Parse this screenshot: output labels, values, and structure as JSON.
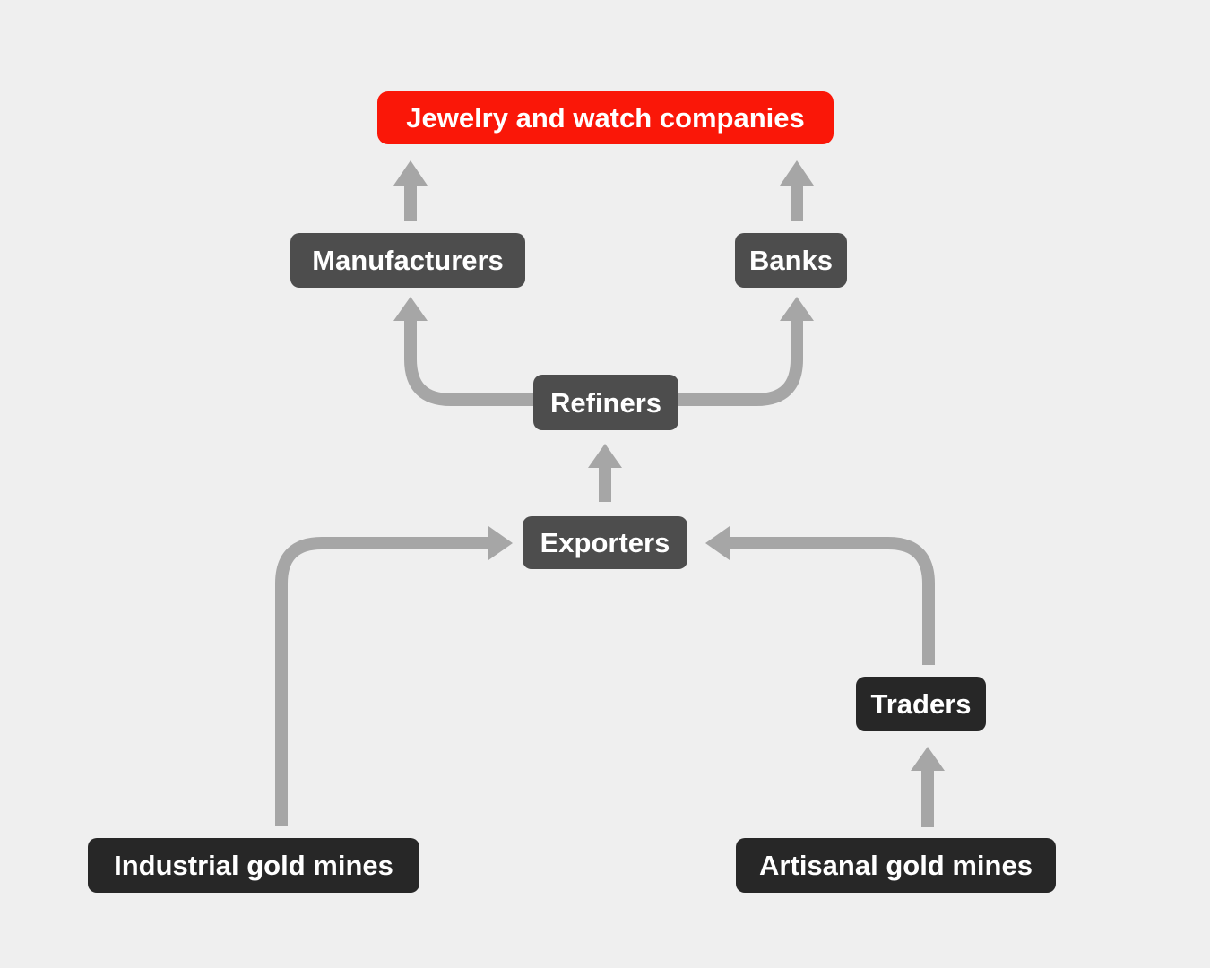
{
  "diagram": {
    "type": "flow-diagram",
    "subject": "gold supply chain",
    "background": "#efefef",
    "colors": {
      "highlight_node": "#fa1708",
      "dark_node": "#4d4d4d",
      "darker_node": "#272727",
      "arrow": "#a6a6a6",
      "node_text": "#ffffff"
    },
    "nodes": [
      {
        "id": "jewelry",
        "label": "Jewelry and watch companies",
        "style": "highlight"
      },
      {
        "id": "manufacturers",
        "label": "Manufacturers",
        "style": "dark"
      },
      {
        "id": "banks",
        "label": "Banks",
        "style": "dark"
      },
      {
        "id": "refiners",
        "label": "Refiners",
        "style": "dark"
      },
      {
        "id": "exporters",
        "label": "Exporters",
        "style": "dark"
      },
      {
        "id": "traders",
        "label": "Traders",
        "style": "darker"
      },
      {
        "id": "industrial",
        "label": "Industrial gold mines",
        "style": "darker"
      },
      {
        "id": "artisanal",
        "label": "Artisanal gold mines",
        "style": "darker"
      }
    ],
    "edges": [
      {
        "from": "manufacturers",
        "to": "jewelry"
      },
      {
        "from": "banks",
        "to": "jewelry"
      },
      {
        "from": "refiners",
        "to": "manufacturers"
      },
      {
        "from": "refiners",
        "to": "banks"
      },
      {
        "from": "exporters",
        "to": "refiners"
      },
      {
        "from": "industrial",
        "to": "exporters"
      },
      {
        "from": "traders",
        "to": "exporters"
      },
      {
        "from": "artisanal",
        "to": "traders"
      }
    ]
  }
}
